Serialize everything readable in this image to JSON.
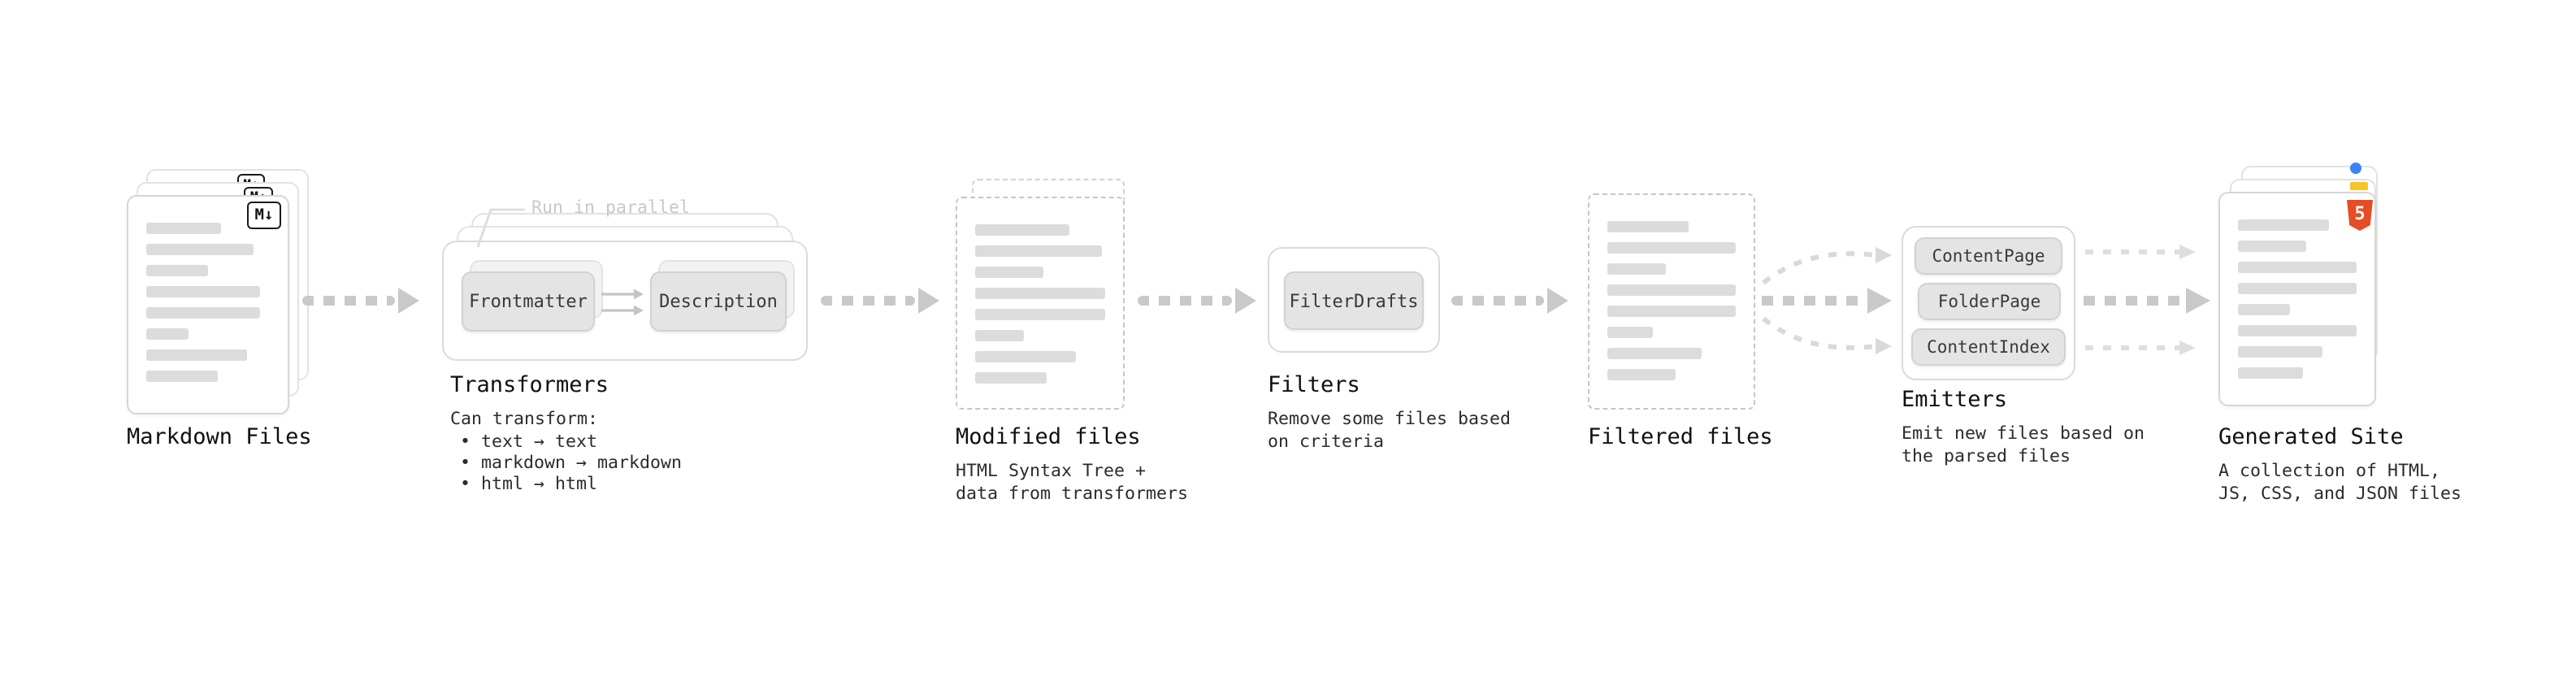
{
  "diagram": {
    "nodes": {
      "markdown_files": {
        "label": "Markdown Files",
        "icon": "M↓"
      },
      "transformers": {
        "label": "Transformers",
        "annotation": "Run in parallel",
        "buttons": [
          "Frontmatter",
          "Description"
        ],
        "description_title": "Can transform:",
        "bullets": [
          "• text → text",
          "• markdown → markdown",
          "• html → html"
        ]
      },
      "modified_files": {
        "label": "Modified files",
        "description": "HTML Syntax Tree +\ndata from transformers"
      },
      "filters": {
        "label": "Filters",
        "buttons": [
          "FilterDrafts"
        ],
        "description": "Remove some files based\non criteria"
      },
      "filtered_files": {
        "label": "Filtered files"
      },
      "emitters": {
        "label": "Emitters",
        "buttons": [
          "ContentPage",
          "FolderPage",
          "ContentIndex"
        ],
        "description": "Emit new files based on\nthe parsed files"
      },
      "generated_site": {
        "label": "Generated Site",
        "description": "A collection of HTML,\nJS, CSS, and JSON files",
        "badge": "5"
      }
    },
    "colors": {
      "arrow_gray": "#c9c9c9",
      "card_border": "#d6d6d6",
      "placeholder_bar": "#dcdcdc",
      "button_bg": "#e4e4e4",
      "annotation_gray": "#c8c8c8",
      "html5_orange": "#e44d26",
      "dot_blue": "#3b82f6",
      "mark_yellow": "#f7c325"
    }
  }
}
